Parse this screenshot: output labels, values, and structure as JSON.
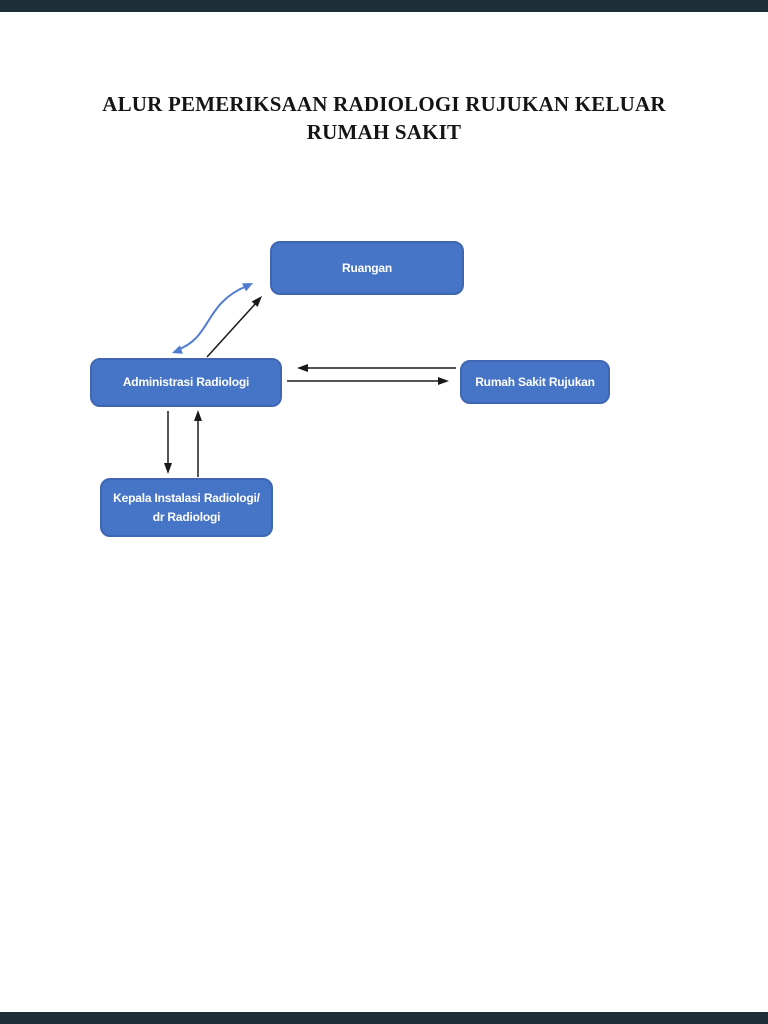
{
  "page": {
    "title_line1": "ALUR PEMERIKSAAN RADIOLOGI RUJUKAN KELUAR",
    "title_line2": "RUMAH SAKIT"
  },
  "diagram": {
    "nodes": [
      {
        "id": "ruangan",
        "label": "Ruangan"
      },
      {
        "id": "administrasi-radiologi",
        "label": "Administrasi Radiologi"
      },
      {
        "id": "rumah-sakit-rujukan",
        "label": "Rumah Sakit Rujukan"
      },
      {
        "id": "kepala-instalasi-radiologi",
        "label_line1": "Kepala Instalasi Radiologi/",
        "label_line2": "dr Radiologi"
      }
    ],
    "edges": [
      {
        "from": "administrasi-radiologi",
        "to": "ruangan",
        "style": "curved",
        "color": "blue",
        "direction": "bidirectional"
      },
      {
        "from": "administrasi-radiologi",
        "to": "ruangan",
        "style": "straight-diagonal",
        "color": "black",
        "direction": "one-way"
      },
      {
        "from": "rumah-sakit-rujukan",
        "to": "administrasi-radiologi",
        "style": "straight-horizontal",
        "color": "black",
        "direction": "one-way"
      },
      {
        "from": "administrasi-radiologi",
        "to": "rumah-sakit-rujukan",
        "style": "straight-horizontal",
        "color": "black",
        "direction": "one-way"
      },
      {
        "from": "administrasi-radiologi",
        "to": "kepala-instalasi-radiologi",
        "style": "straight-vertical",
        "color": "black",
        "direction": "one-way"
      },
      {
        "from": "kepala-instalasi-radiologi",
        "to": "administrasi-radiologi",
        "style": "straight-vertical",
        "color": "black",
        "direction": "one-way"
      }
    ],
    "colors": {
      "node_fill": "#4674C6",
      "node_border": "#3E66B2",
      "node_text": "#FFFFFF",
      "arrow_black": "#1A1A1A",
      "arrow_blue": "#4F7CD1",
      "viewer_bar": "#1C2F36",
      "page_background": "#FFFFFF",
      "title_text": "#141414"
    }
  }
}
